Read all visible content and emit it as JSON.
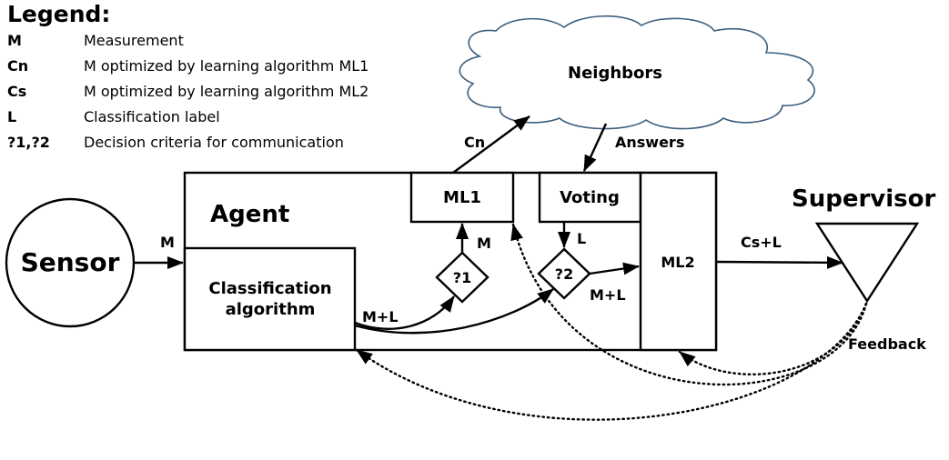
{
  "legend": {
    "title": "Legend:",
    "items": [
      {
        "key": "M",
        "desc": "Measurement"
      },
      {
        "key": "Cn",
        "desc": "M optimized by learning algorithm ML1"
      },
      {
        "key": "Cs",
        "desc": "M optimized by learning algorithm ML2"
      },
      {
        "key": "L",
        "desc": "Classification label"
      },
      {
        "key": "?1,?2",
        "desc": "Decision criteria for communication"
      }
    ]
  },
  "nodes": {
    "sensor": "Sensor",
    "agent": "Agent",
    "classification_line1": "Classification",
    "classification_line2": "algorithm",
    "ml1": "ML1",
    "voting": "Voting",
    "ml2": "ML2",
    "decision1": "?1",
    "decision2": "?2",
    "neighbors": "Neighbors",
    "supervisor": "Supervisor"
  },
  "edges": {
    "sensor_to_agent": "M",
    "decision1_to_ml1": "M",
    "classifier_output": "M+L",
    "decision2_to_ml2": "M+L",
    "voting_to_decision2": "L",
    "ml1_to_neighbors": "Cn",
    "neighbors_to_voting": "Answers",
    "ml2_to_supervisor": "Cs+L",
    "supervisor_feedback": "Feedback"
  }
}
